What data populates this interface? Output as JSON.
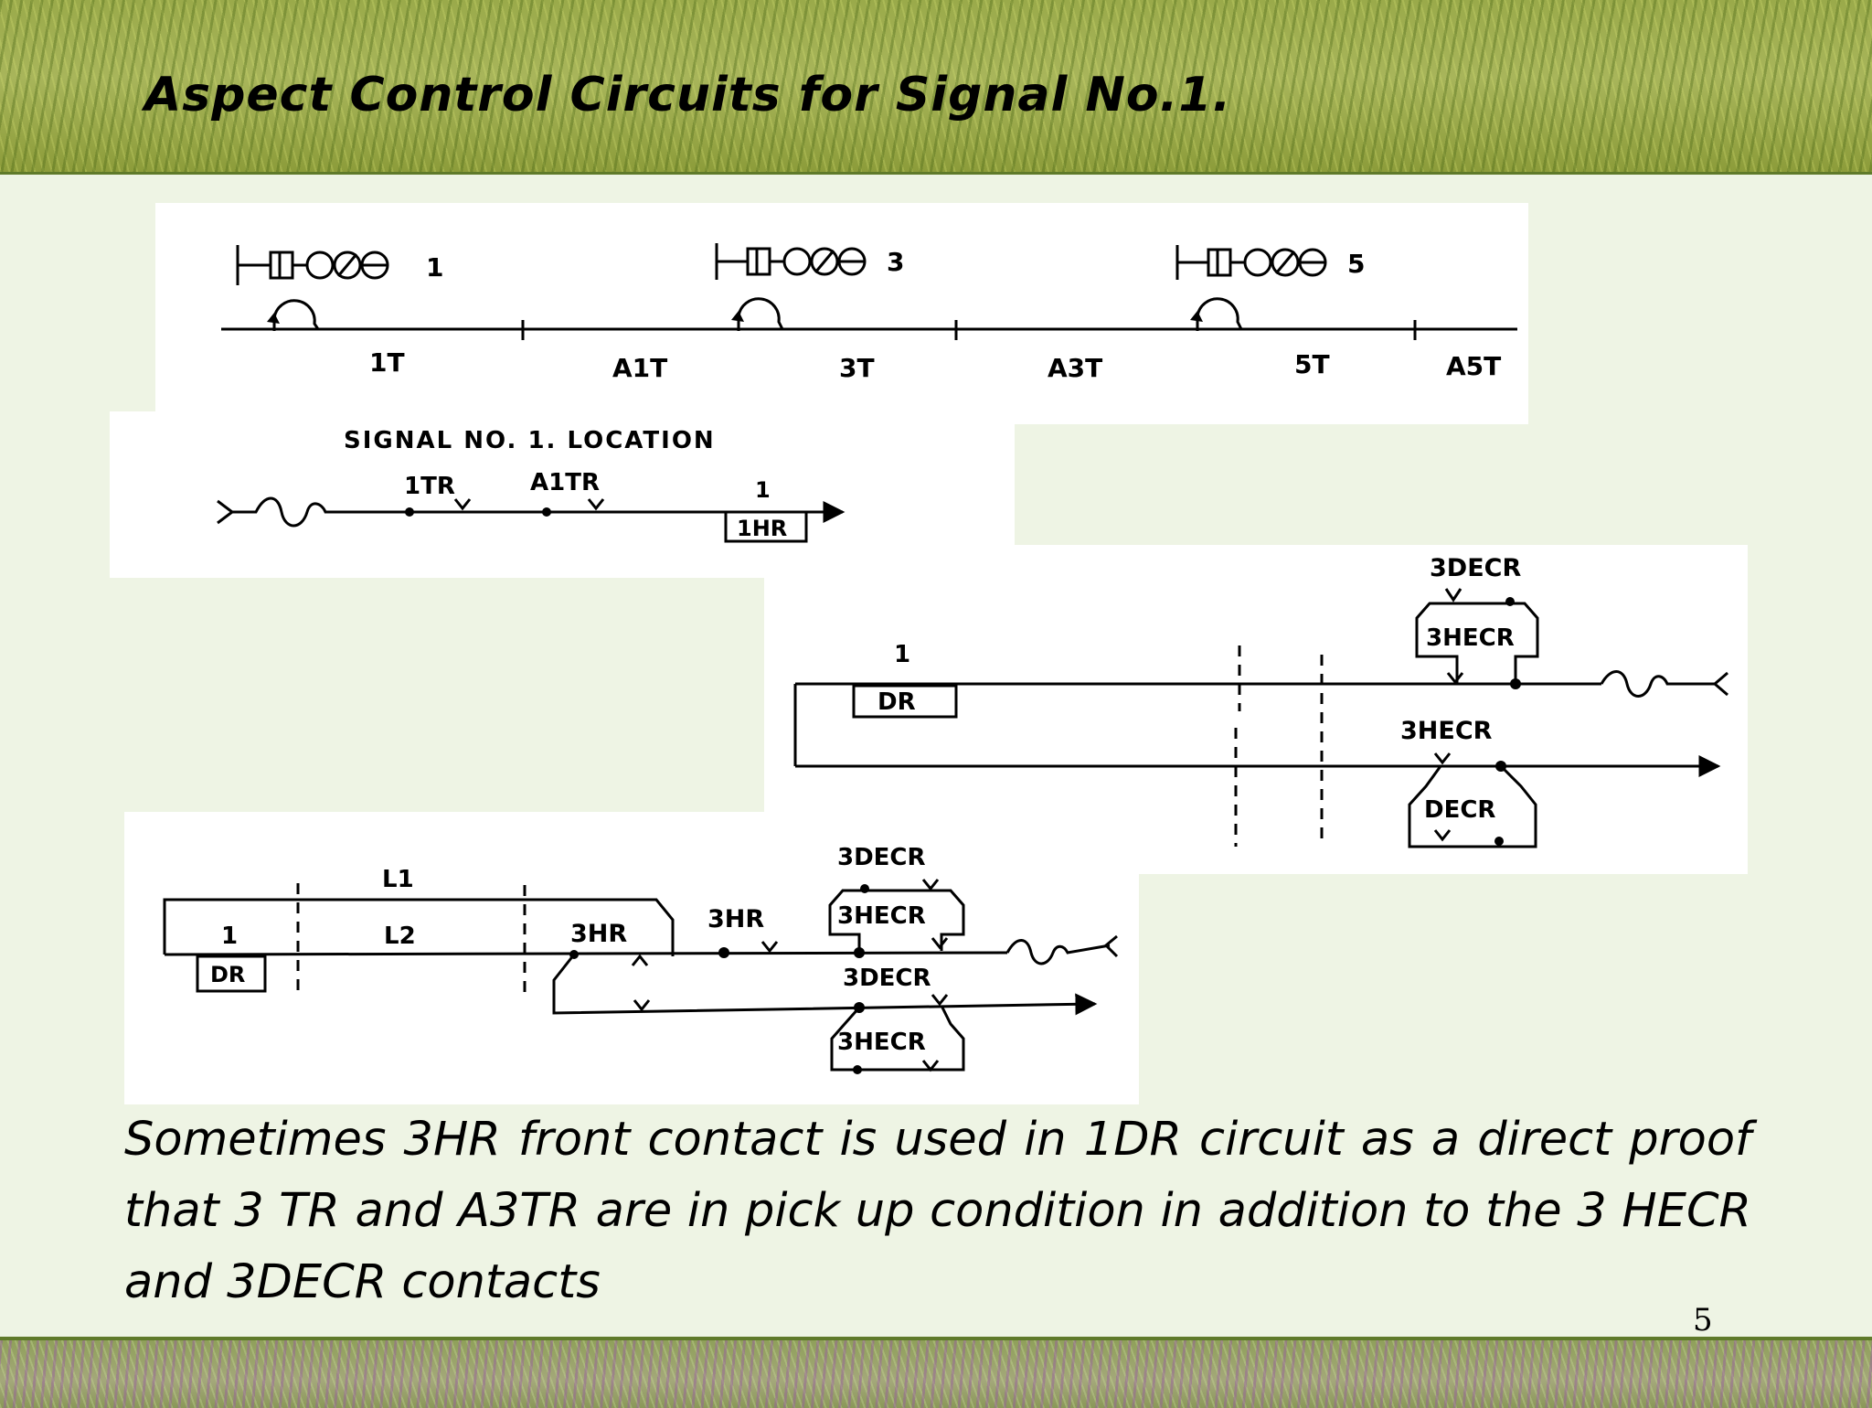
{
  "title": "Aspect Control Circuits for Signal No.1.",
  "diagram": {
    "track": {
      "signals": [
        "1",
        "3",
        "5"
      ],
      "sections": [
        "1T",
        "A1T",
        "3T",
        "A3T",
        "5T",
        "A5T"
      ]
    },
    "location": {
      "heading": "SIGNAL NO. 1. LOCATION",
      "contacts": [
        "1TR",
        "A1TR"
      ],
      "relay_number": "1",
      "relay": "1HR"
    },
    "dr_circuit": {
      "relay_number": "1",
      "relay": "DR",
      "upper_contact": "3DECR",
      "upper_relay": "3HECR",
      "lower_contact": "3HECR",
      "lower_relay": "DECR"
    },
    "dr_circuit_alt": {
      "line_labels": [
        "L1",
        "L2"
      ],
      "relay_number": "1",
      "relay": "DR",
      "contacts": [
        "3HR",
        "3HR"
      ],
      "upper_contact": "3DECR",
      "upper_relay": "3HECR",
      "lower_contact": "3DECR",
      "lower_relay": "3HECR"
    }
  },
  "caption": "Sometimes 3HR front contact is used in 1DR circuit as a direct proof that 3 TR and A3TR are in pick up condition in addition to the 3 HECR and 3DECR contacts",
  "page_number": "5"
}
